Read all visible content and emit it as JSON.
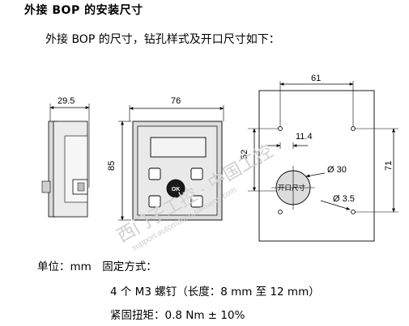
{
  "title": "外接 BOP 的安装尺寸",
  "intro": "外接 BOP 的尺寸，钻孔样式及开口尺寸如下：",
  "drawing": {
    "side_width": "29.5",
    "front_width": "76",
    "front_height": "85",
    "ok_label": "OK",
    "hole_spacing_h": "61",
    "hole_offset": "11.4",
    "hole_spacing_v": "52",
    "panel_height": "71",
    "cutout_diameter": "Ø 30",
    "cutout_label": "开口尺寸",
    "hole_diameter": "Ø 3.5",
    "watermark_cn": "西门子工控 · 中国工控",
    "watermark_url": "support.automation.siemens.com"
  },
  "footer": {
    "unit": "单位：mm　固定方式：",
    "screws": "4 个 M3 螺钉（长度：8 mm 至 12 mm）",
    "torque": "紧固扭矩：0.8 Nm ± 10%"
  }
}
